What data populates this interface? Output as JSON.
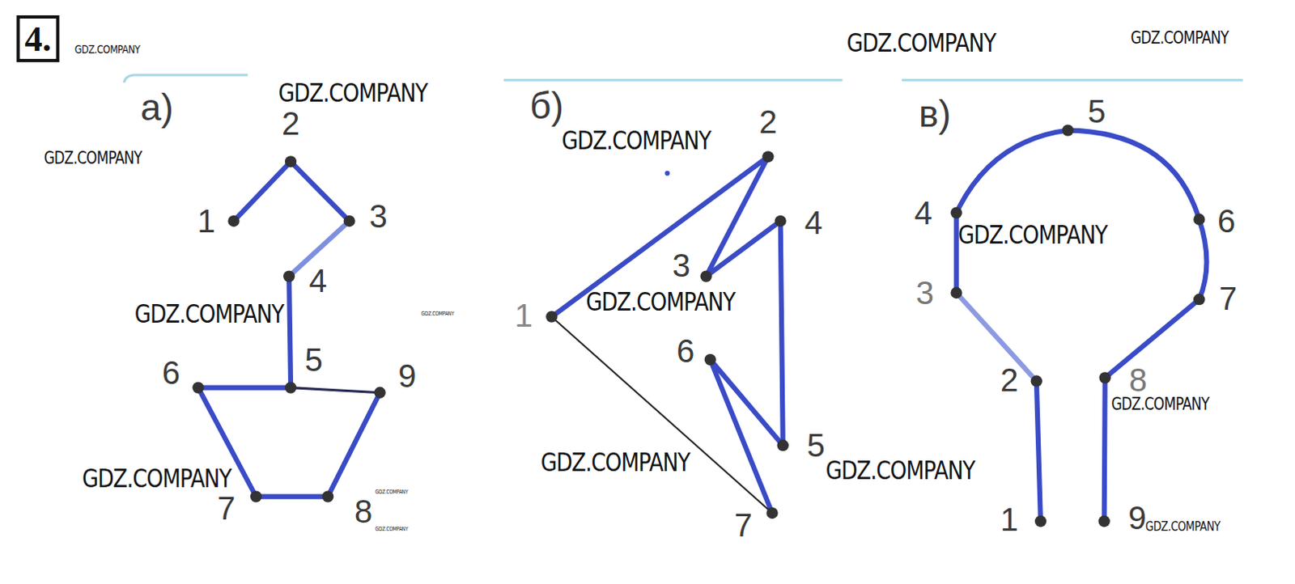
{
  "diagram": {
    "labels": [
      "4.",
      "GDZ.COMPANY",
      "GDZ.COMPANY",
      "GDZ.COMPANY",
      "GDZ.COMPANY",
      "GDZ.COMPANY",
      "GDZ.COMPANY",
      "GDZ.COMPANY",
      "GDZ.COMPANY",
      "GDZ.COMPANY",
      "GDZ.COMPANY",
      "GDZ.COMPANY",
      "GDZ.COMPANY",
      "GDZ.COMPANY",
      "GDZ.COMPANY",
      "GDZ.COMPANY",
      "GDZ.COMPANY",
      "GDZ.COMPANY",
      "а)",
      "1",
      "2",
      "3",
      "4",
      "5",
      "6",
      "7",
      "8",
      "9",
      "б)",
      "1",
      "2",
      "3",
      "4",
      "5",
      "6",
      "7",
      "в)",
      "1",
      "2",
      "3",
      "4",
      "5",
      "6",
      "7",
      "8",
      "9"
    ]
  }
}
